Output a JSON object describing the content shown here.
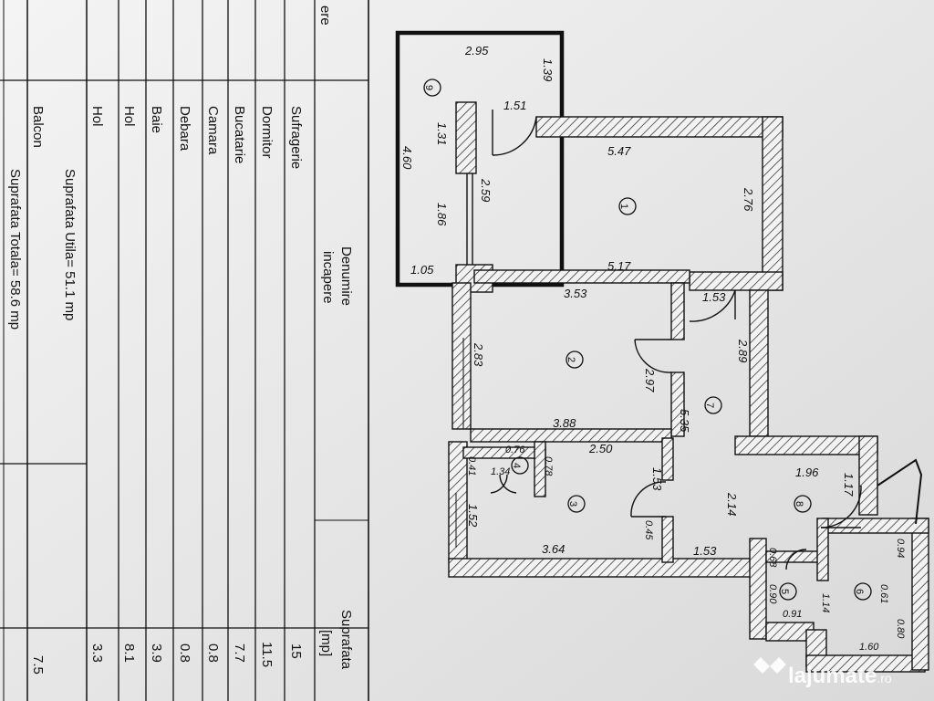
{
  "table": {
    "header_room_partial": "ere",
    "header_room_name": "Denumire",
    "header_room_type": "incapere",
    "header_area_label": "Suprafata",
    "header_area_unit": "[mp]",
    "rooms": [
      {
        "name": "Sufragerie",
        "area": "15"
      },
      {
        "name": "Dormitor",
        "area": "11.5"
      },
      {
        "name": "Bucatarie",
        "area": "7.7"
      },
      {
        "name": "Camara",
        "area": "0.8"
      },
      {
        "name": "Debara",
        "area": "0.8"
      },
      {
        "name": "Baie",
        "area": "3.9"
      },
      {
        "name": "Hol",
        "area": "8.1"
      },
      {
        "name": "Hol",
        "area": "3.3"
      }
    ],
    "utila_total": "Suprafata Utila= 51.1 mp",
    "balcon": {
      "name": "Balcon",
      "area": "7.5"
    },
    "total": "Suprafata Totala= 58.6 mp"
  },
  "plan": {
    "dimensions": {
      "balcony_top": "2.95",
      "balcony_right": "1.39",
      "balcony_door": "1.51",
      "balcony_left_top": "1.31",
      "balcony_length": "4.60",
      "balcony_left_mid": "1.86",
      "balcony_bottom": "1.05",
      "r1_top": "5.47",
      "r1_right": "2.76",
      "r1_left": "2.59",
      "r1_bottom": "5.17",
      "r2_top": "3.53",
      "r2_left": "2.83",
      "r2_right": "2.97",
      "r2_bottom": "3.88",
      "hall_door": "1.53",
      "hall_right": "2.89",
      "hall_length": "5.35",
      "kitchen_top": "2.50",
      "pantry_top": "0.76",
      "pantry_right": "0.78",
      "pantry_left": "0.41",
      "pantry_width": "1.34",
      "kitchen_door": "1.53",
      "kitchen_left": "1.52",
      "kitchen_bottom": "3.64",
      "kitchen_small": "0.45",
      "hall2_bottom": "1.53",
      "hall2_width": "2.14",
      "hall2_top": "1.96",
      "entry_door": "1.17",
      "closet_a": "0.68",
      "closet_b": "0.90",
      "closet_c": "0.91",
      "bath_top": "0.94",
      "bath_mid": "0.61",
      "bath_left": "1.14",
      "bath_right": "0.80",
      "bath_bottom": "1.60"
    },
    "room_numbers": [
      "1",
      "2",
      "3",
      "4",
      "5",
      "6",
      "7",
      "8",
      "9"
    ]
  },
  "watermark": {
    "brand": "lajumate",
    "suffix": ".ro"
  }
}
